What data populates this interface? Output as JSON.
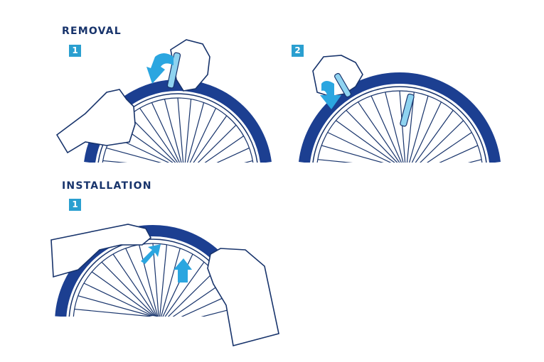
{
  "removal": {
    "title": "REMOVAL",
    "steps": [
      "1",
      "2"
    ]
  },
  "installation": {
    "title": "INSTALLATION",
    "steps": [
      "1"
    ]
  },
  "colors": {
    "title": "#17336b",
    "badge": "#2a9fd0",
    "tire": "#1c3f91",
    "arrow": "#2ba6e0",
    "lever": "#8fd3f0"
  }
}
